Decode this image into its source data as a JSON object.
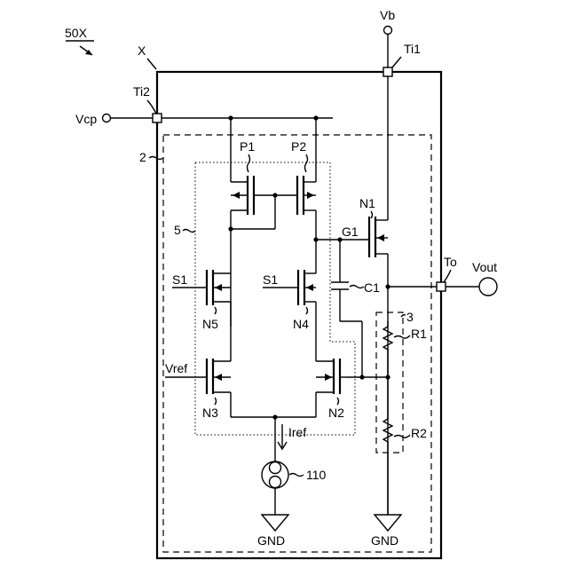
{
  "labels": {
    "fig_ref": "50X",
    "chip": "X",
    "vb": "Vb",
    "ti1": "Ti1",
    "ti2": "Ti2",
    "vcp": "Vcp",
    "block2": "2",
    "block5": "5",
    "p1": "P1",
    "p2": "P2",
    "n1": "N1",
    "g1": "G1",
    "c1": "C1",
    "to": "To",
    "vout": "Vout",
    "s1_left": "S1",
    "s1_right": "S1",
    "n5": "N5",
    "n4": "N4",
    "block3": "3",
    "r1": "R1",
    "r2": "R2",
    "vref": "Vref",
    "n3": "N3",
    "n2": "N2",
    "iref": "Iref",
    "source110": "110",
    "gnd_left": "GND",
    "gnd_right": "GND"
  }
}
